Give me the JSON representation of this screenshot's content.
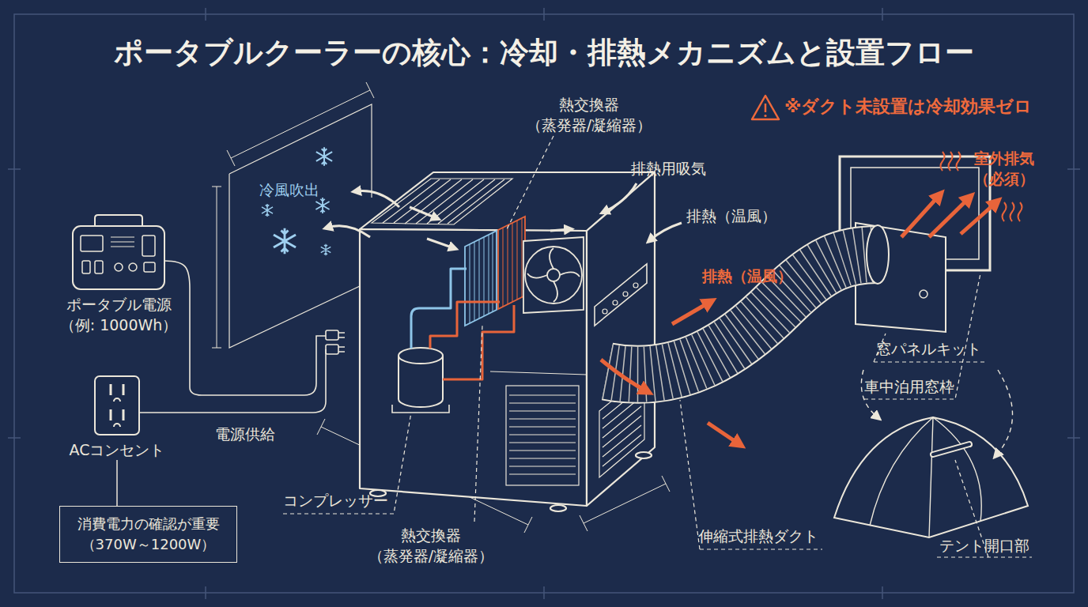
{
  "diagram": {
    "title": "ポータブルクーラーの核心：冷却・排熱メカニズムと設置フロー",
    "nodes": [
      {
        "text": [
          "ポータブル電源 （例: 1000Wh）"
        ]
      },
      {
        "text": [
          "ACコンセント"
        ]
      },
      {
        "text": [
          "消費電力の確認が重要 （370W～1200W）"
        ]
      }
    ],
    "edges": [
      {
        "from": 2,
        "to": 1,
        "arrow": "none"
      }
    ],
    "labels": [
      "※ダクト未設置は冷却効果ゼロ",
      "熱交換器 （蒸発器/凝縮器）",
      "排熱用吸気",
      "冷風吹出",
      "排熱（温風）",
      "排熱（温風）",
      "室外排気 （必須）",
      "電源供給",
      "コンプレッサー",
      "熱交換器 （蒸発器/凝縮器）",
      "伸縮式排熱ダクト",
      "窓パネルキット",
      "車中泊用窓枠",
      "テント開口部"
    ]
  }
}
